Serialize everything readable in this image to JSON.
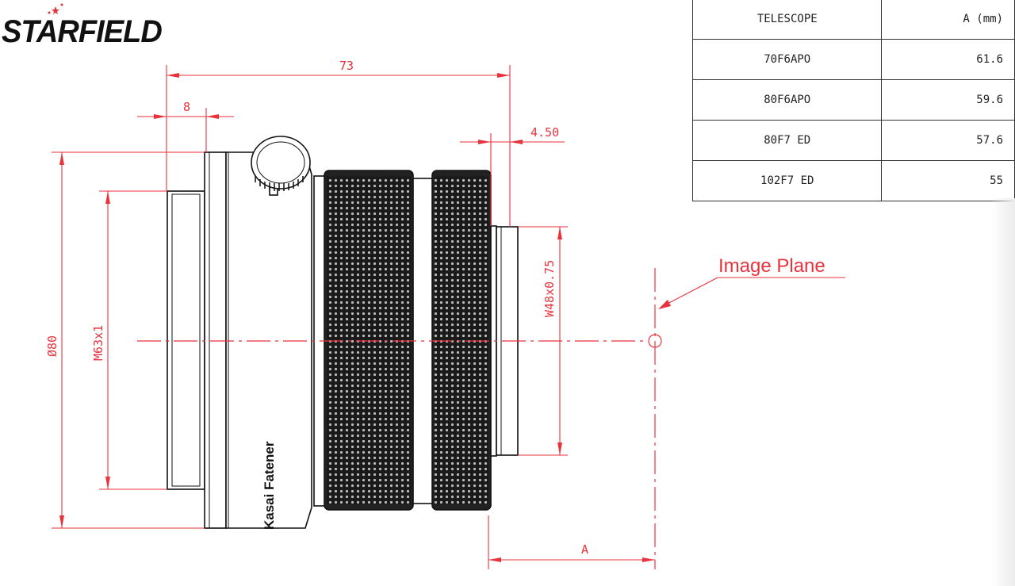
{
  "logo": {
    "text": "STARFIELD"
  },
  "dimensions": {
    "overall_length": "73",
    "front_thread_length": "8",
    "rear_offset": "4.50",
    "outer_diameter": "Ø80",
    "front_thread": "M63x1",
    "rear_thread": "W48x0.75",
    "back_focus": "A"
  },
  "callout": {
    "image_plane": "Image Plane"
  },
  "table": {
    "headers": [
      "TELESCOPE",
      "A (mm)"
    ],
    "rows": [
      [
        "70F6APO",
        "61.6"
      ],
      [
        "80F6APO",
        "59.6"
      ],
      [
        "80F7 ED",
        "57.6"
      ],
      [
        "102F7 ED",
        "55"
      ]
    ]
  },
  "body_brand": "Kasai Fatener",
  "colors": {
    "dimension": "#e8323c",
    "outline": "#111111"
  }
}
